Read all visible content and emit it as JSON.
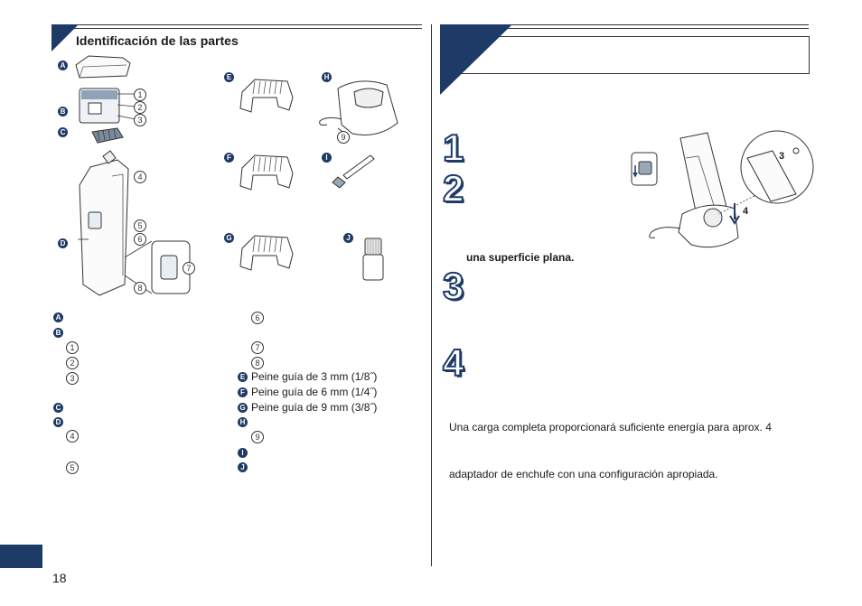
{
  "left": {
    "section_title": "Identificación de las partes",
    "fig_labels": {
      "A": "A",
      "B": "B",
      "C": "C",
      "D": "D",
      "E": "E",
      "F": "F",
      "G": "G",
      "H": "H",
      "I": "I",
      "J": "J"
    },
    "fig_numbers": [
      "1",
      "2",
      "3",
      "4",
      "5",
      "6",
      "7",
      "8",
      "9"
    ],
    "legend": {
      "e_text": "Peine guía de 3 mm (1/8˝)",
      "f_text": "Peine guía de 6 mm (1/4˝)",
      "g_text": "Peine guía de 9 mm (3/8˝)"
    }
  },
  "right": {
    "steps": [
      "1",
      "2",
      "3",
      "4"
    ],
    "step2_bold": "una superficie plana.",
    "note1": "Una carga completa proporcionará suficiente energía para aprox. 4",
    "note2": "adaptador de enchufe con una configuración apropiada.",
    "fig_numbers": {
      "n3": "3",
      "n4": "4"
    }
  },
  "footer": {
    "page_number": "18"
  },
  "colors": {
    "navy": "#1e3a66"
  }
}
